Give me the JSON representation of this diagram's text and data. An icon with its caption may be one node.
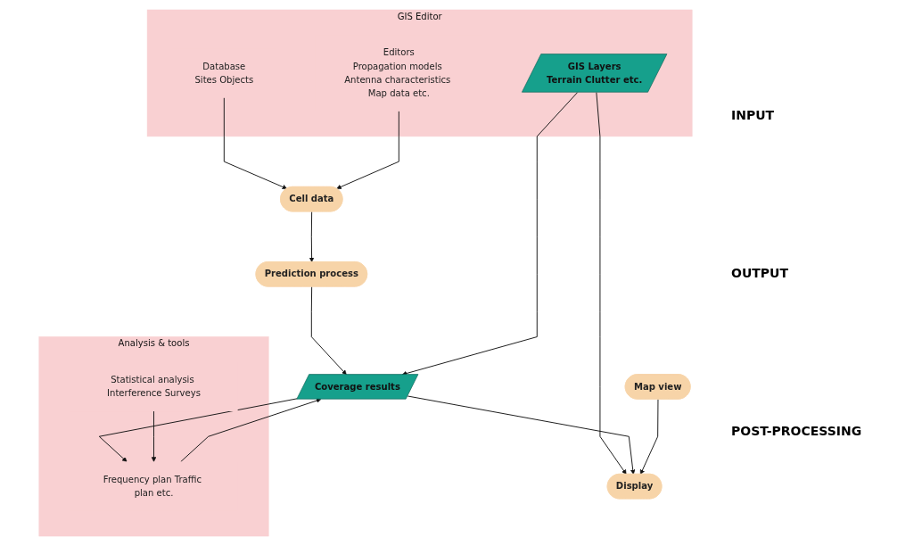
{
  "diagram": {
    "nodes": [
      {
        "text": [
          "GIS Editor"
        ]
      },
      {
        "text": [
          "GIS Layers",
          "Terrain Clutter etc."
        ],
        "in": 0
      },
      {
        "text": [
          "Database",
          "Sites Objects"
        ],
        "in": 0
      },
      {
        "text": [
          "Editors",
          "Propagation models Antenna characteristics Map data etc."
        ],
        "in": 0
      },
      {
        "text": [
          "Cell data"
        ]
      },
      {
        "text": [
          "Prediction process"
        ]
      },
      {
        "text": [
          "Coverage results"
        ]
      },
      {
        "text": [
          "Display"
        ]
      },
      {
        "text": [
          "Map view"
        ]
      },
      {
        "text": [
          "Analysis & tools"
        ]
      },
      {
        "text": [
          "Frequency plan Traffic plan etc."
        ],
        "in": 9
      },
      {
        "text": [
          "Statistical analysis Interference Surveys"
        ],
        "in": 9
      }
    ],
    "edges": [
      {
        "from": 2,
        "to": 4,
        "arrow": "to"
      },
      {
        "from": 3,
        "to": 4,
        "arrow": "to"
      },
      {
        "from": 4,
        "to": 5,
        "arrow": "to"
      },
      {
        "from": 5,
        "to": 6,
        "arrow": "to"
      },
      {
        "from": 1,
        "to": 6,
        "arrow": "to"
      },
      {
        "from": 1,
        "to": 7,
        "arrow": "to"
      },
      {
        "from": 6,
        "to": 7,
        "arrow": "to"
      },
      {
        "from": 8,
        "to": 7,
        "arrow": "to"
      },
      {
        "from": 6,
        "to": 10,
        "arrow": "to"
      },
      {
        "from": 10,
        "to": 6,
        "arrow": "to"
      },
      {
        "from": 11,
        "to": 10,
        "arrow": "to"
      }
    ],
    "labels": [
      "INPUT",
      "OUTPUT",
      "POST-PROCESSING"
    ]
  }
}
